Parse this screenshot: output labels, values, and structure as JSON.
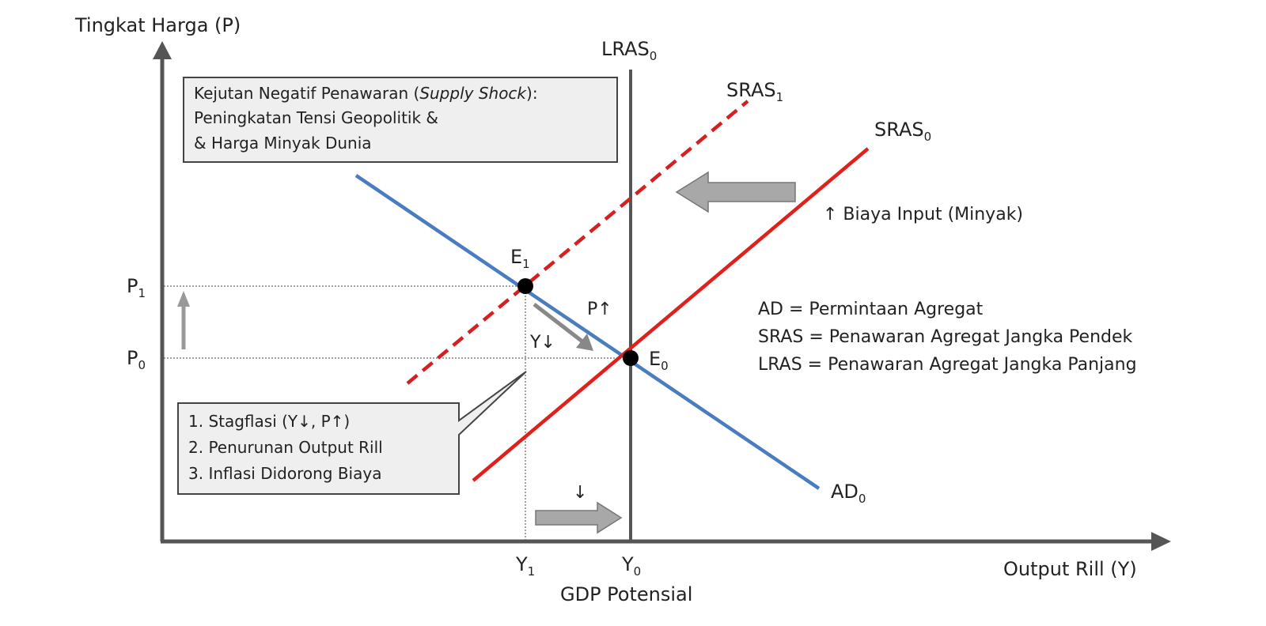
{
  "axes": {
    "y_label": "Tingkat Harga (P)",
    "x_label": "Output Rill (Y)"
  },
  "price_levels": [
    {
      "base": "P",
      "sub": "1"
    },
    {
      "base": "P",
      "sub": "0"
    }
  ],
  "output_levels": [
    {
      "base": "Y",
      "sub": "1"
    },
    {
      "base": "Y",
      "sub": "0"
    }
  ],
  "potential_label": "GDP Potensial",
  "curves": {
    "lras": {
      "base": "LRAS",
      "sub": "0"
    },
    "sras1": {
      "base": "SRAS",
      "sub": "1"
    },
    "sras0": {
      "base": "SRAS",
      "sub": "0"
    },
    "ad0": {
      "base": "AD",
      "sub": "0"
    }
  },
  "equilibria": {
    "e1": {
      "base": "E",
      "sub": "1"
    },
    "e0": {
      "base": "E",
      "sub": "0"
    }
  },
  "shock_box": {
    "line1_a": "Kejutan Negatif Penawaran (",
    "line1_italic": "Supply Shock",
    "line1_b": "):",
    "line2": "Peningkatan Tensi Geopolitik &",
    "line3": "& Harga Minyak Dunia"
  },
  "effects_box": {
    "items": [
      "1. Stagflasi (Y↓, P↑)",
      "2. Penurunan Output Rill",
      "3. Inflasi Didorong Biaya"
    ]
  },
  "annotations": {
    "input_cost": "↑ Biaya Input (Minyak)",
    "price_up": "P↑",
    "output_down": "Y↓",
    "down_arrow": "↓"
  },
  "legend": [
    "AD = Permintaan Agregat",
    "SRAS = Penawaran Agregat Jangka Pendek",
    "LRAS = Penawaran Agregat Jangka Panjang"
  ],
  "colors": {
    "ad": "#4a7cc0",
    "sras": "#e0201c",
    "axis": "#555555",
    "arrow": "#a8a8a8"
  }
}
